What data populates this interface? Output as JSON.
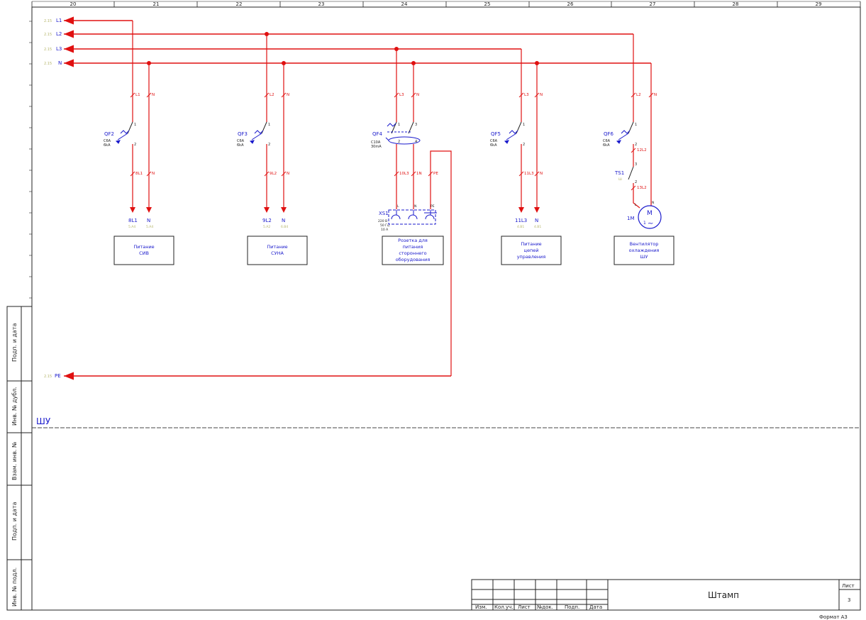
{
  "column_numbers": [
    "20",
    "21",
    "22",
    "23",
    "24",
    "25",
    "26",
    "27",
    "28",
    "29"
  ],
  "bus": {
    "lines": [
      {
        "ref": "2.15",
        "name": "L1"
      },
      {
        "ref": "2.15",
        "name": "L2"
      },
      {
        "ref": "2.15",
        "name": "L3"
      },
      {
        "ref": "2.15",
        "name": "N"
      }
    ],
    "pe": {
      "ref": "2.15",
      "name": "PE"
    }
  },
  "breakers": [
    {
      "name": "QF2",
      "rating": "C6A",
      "breaking": "6kA"
    },
    {
      "name": "QF3",
      "rating": "C6A",
      "breaking": "6kA"
    },
    {
      "name": "QF4",
      "rating": "C10A",
      "breaking": "30mA"
    },
    {
      "name": "QF5",
      "rating": "C6A",
      "breaking": "6kA"
    },
    {
      "name": "QF6",
      "rating": "C6A",
      "breaking": "6kA"
    }
  ],
  "wire_labels": {
    "g1": {
      "top": [
        "L1",
        "N"
      ],
      "bottom": [
        "8L1",
        "N"
      ]
    },
    "g2": {
      "top": [
        "L2",
        "N"
      ],
      "bottom": [
        "9L2",
        "N"
      ]
    },
    "g3": {
      "top": [
        "L3",
        "N"
      ],
      "bottom": [
        "10L3",
        "1N",
        "PE"
      ]
    },
    "g4": {
      "top": [
        "L3",
        "N"
      ],
      "bottom": [
        "11L3",
        "N"
      ]
    },
    "g5": {
      "top": [
        "L2",
        "N"
      ],
      "mid": "12L2",
      "bottom": "13L2"
    }
  },
  "terminals": {
    "t1": [
      "1",
      "2"
    ],
    "t2": [
      "1",
      "2"
    ],
    "t3": [
      "1",
      "2",
      "3",
      "4"
    ],
    "t4": [
      "1",
      "2"
    ],
    "t5": [
      "1",
      "2",
      "3",
      "2"
    ]
  },
  "outputs": [
    {
      "name": "8L1",
      "ref": "5.А4"
    },
    {
      "name": "N",
      "ref": "5.А4"
    },
    {
      "name": "9L2",
      "ref": "5.А2"
    },
    {
      "name": "N",
      "ref": "6.В4"
    },
    {
      "name": "11L3",
      "ref": "4.В1"
    },
    {
      "name": "N",
      "ref": "4.В1"
    }
  ],
  "socket": {
    "name": "XS1",
    "voltage": "220 В",
    "freq": "50 Гц",
    "current": "10 А",
    "pins": [
      "L",
      "N",
      "PE"
    ]
  },
  "switch_ts": {
    "name": "TS1",
    "note": "Ш"
  },
  "motor": {
    "name": "1M",
    "symbol": "M",
    "phase": "1",
    "tilde": "~",
    "pins": [
      "L",
      "N"
    ]
  },
  "loads": [
    {
      "lines": [
        "Питание",
        "СИВ"
      ]
    },
    {
      "lines": [
        "Питание",
        "СУНА"
      ]
    },
    {
      "lines": [
        "Розетка для",
        "питания",
        "стороннего",
        "оборудования"
      ]
    },
    {
      "lines": [
        "Питание",
        "цепей",
        "управления"
      ]
    },
    {
      "lines": [
        "Вентилятор",
        "охлаждения",
        "ШУ"
      ]
    }
  ],
  "section_label": "ШУ",
  "side_stamp": [
    "Подп. и дата",
    "Инв. № дубл.",
    "Взам. инв. №",
    "Подп. и дата",
    "Инв. № подл."
  ],
  "title_block": {
    "headers": [
      "Изм.",
      "Кол.уч.",
      "Лист",
      "№док.",
      "Подп.",
      "Дата"
    ],
    "stamp": "Штамп",
    "sheet_label": "Лист",
    "sheet_number": "3",
    "format": "Формат А3"
  }
}
